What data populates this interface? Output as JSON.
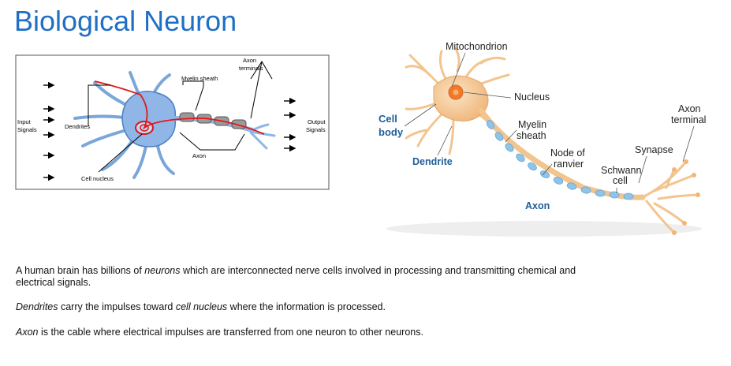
{
  "page": {
    "title": "Biological Neuron"
  },
  "left_diagram": {
    "labels": {
      "input_signals_line1": "Input",
      "input_signals_line2": "Signals",
      "dendrites": "Dendrites",
      "cell_nucleus": "Cell nucleus",
      "myelin_sheath": "Myelin sheath",
      "axon_terminals_line1": "Axon",
      "axon_terminals_line2": "terminals",
      "axon": "Axon",
      "output_signals_line1": "Output",
      "output_signals_line2": "Signals"
    }
  },
  "right_diagram": {
    "labels": {
      "mitochondrion": "Mitochondrion",
      "nucleus": "Nucleus",
      "cell_body_line1": "Cell",
      "cell_body_line2": "body",
      "myelin_sheath_line1": "Myelin",
      "myelin_sheath_line2": "sheath",
      "dendrite": "Dendrite",
      "node_of_ranvier_line1": "Node of",
      "node_of_ranvier_line2": "ranvier",
      "axon": "Axon",
      "schwann_cell_line1": "Schwann",
      "schwann_cell_line2": "cell",
      "synapse": "Synapse",
      "axon_terminal_line1": "Axon",
      "axon_terminal_line2": "terminal"
    },
    "colors": {
      "neuron": "#f3c58e",
      "nucleus": "#f07a2a",
      "myelin": "#8fc3e8",
      "label_blue": "#1f5f9a"
    }
  },
  "text": {
    "p1_a": "A human brain has billions of ",
    "p1_b": "neurons",
    "p1_c": " which are interconnected nerve cells involved in processing and transmitting chemical and electrical signals.",
    "p2_a": "Dendrites",
    "p2_b": " carry the impulses toward ",
    "p2_c": "cell nucleus",
    "p2_d": " where the information is processed.",
    "p3_a": "Axon",
    "p3_b": " is the cable where electrical impulses are transferred from one neuron to other neurons."
  }
}
